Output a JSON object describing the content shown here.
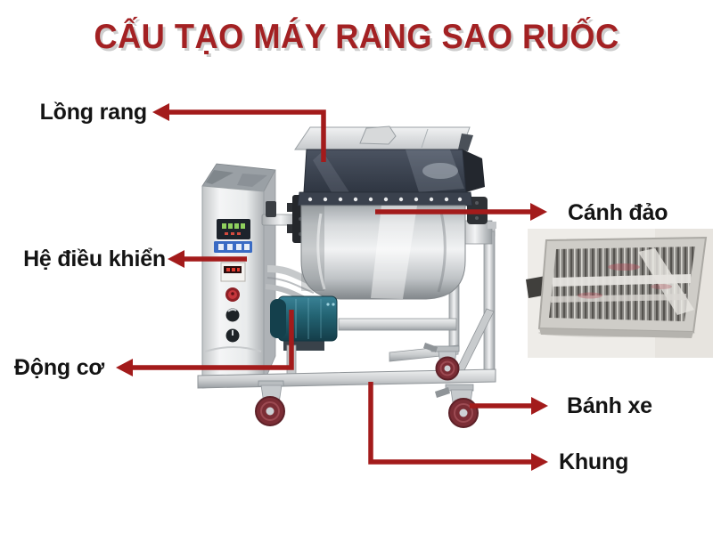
{
  "title": "CẤU TẠO MÁY RANG SAO RUỐC",
  "diagram": {
    "labels": {
      "long_rang": "Lồng rang",
      "canh_dao": "Cánh đảo",
      "he_dieu_khien": "Hệ điều khiển",
      "dong_co": "Động cơ",
      "banh_xe": "Bánh xe",
      "khung": "Khung"
    },
    "colors": {
      "background": "#ffffff",
      "title_red": "#a32123",
      "arrow_red": "#a31b1b",
      "label_text": "#141414",
      "steel_light": "#eef0f1",
      "steel_dark": "#8e9296",
      "hopper_dark": "#3e4754",
      "motor_teal": "#26707f",
      "wheel_maroon": "#7b2d35",
      "inset_background": "#eeece8"
    }
  }
}
